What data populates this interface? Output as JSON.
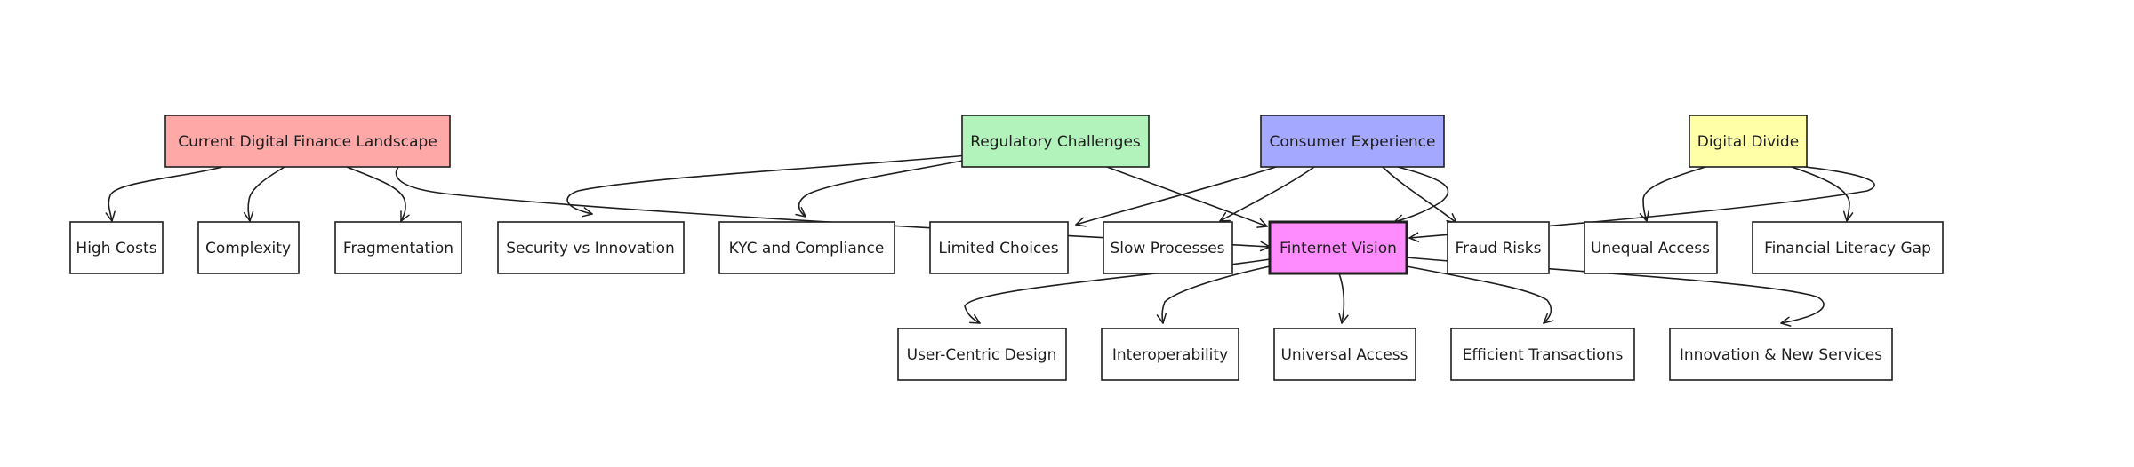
{
  "diagram": {
    "type": "flowchart",
    "nodes": {
      "landscape": {
        "label": "Current Digital Finance Landscape",
        "fill": "#ffa8a8"
      },
      "regulatory": {
        "label": "Regulatory Challenges",
        "fill": "#b2f2bb"
      },
      "consumer": {
        "label": "Consumer Experience",
        "fill": "#a5a8ff"
      },
      "divide": {
        "label": "Digital Divide",
        "fill": "#ffffa8"
      },
      "high_costs": {
        "label": "High Costs",
        "fill": "#ffffff"
      },
      "complexity": {
        "label": "Complexity",
        "fill": "#ffffff"
      },
      "fragmentation": {
        "label": "Fragmentation",
        "fill": "#ffffff"
      },
      "security": {
        "label": "Security vs Innovation",
        "fill": "#ffffff"
      },
      "kyc": {
        "label": "KYC and Compliance",
        "fill": "#ffffff"
      },
      "limited": {
        "label": "Limited Choices",
        "fill": "#ffffff"
      },
      "slow": {
        "label": "Slow Processes",
        "fill": "#ffffff"
      },
      "finternet": {
        "label": "Finternet Vision",
        "fill": "#ff8cff"
      },
      "fraud": {
        "label": "Fraud Risks",
        "fill": "#ffffff"
      },
      "unequal": {
        "label": "Unequal Access",
        "fill": "#ffffff"
      },
      "literacy": {
        "label": "Financial Literacy Gap",
        "fill": "#ffffff"
      },
      "ucd": {
        "label": "User-Centric Design",
        "fill": "#ffffff"
      },
      "interop": {
        "label": "Interoperability",
        "fill": "#ffffff"
      },
      "universal": {
        "label": "Universal Access",
        "fill": "#ffffff"
      },
      "efficient": {
        "label": "Efficient Transactions",
        "fill": "#ffffff"
      },
      "innovation": {
        "label": "Innovation & New Services",
        "fill": "#ffffff"
      }
    },
    "edges": [
      {
        "from": "landscape",
        "to": "high_costs"
      },
      {
        "from": "landscape",
        "to": "complexity"
      },
      {
        "from": "landscape",
        "to": "fragmentation"
      },
      {
        "from": "landscape",
        "to": "finternet"
      },
      {
        "from": "regulatory",
        "to": "security"
      },
      {
        "from": "regulatory",
        "to": "kyc"
      },
      {
        "from": "regulatory",
        "to": "finternet"
      },
      {
        "from": "consumer",
        "to": "limited"
      },
      {
        "from": "consumer",
        "to": "slow"
      },
      {
        "from": "consumer",
        "to": "fraud"
      },
      {
        "from": "consumer",
        "to": "finternet"
      },
      {
        "from": "divide",
        "to": "unequal"
      },
      {
        "from": "divide",
        "to": "literacy"
      },
      {
        "from": "divide",
        "to": "finternet"
      },
      {
        "from": "finternet",
        "to": "ucd"
      },
      {
        "from": "finternet",
        "to": "interop"
      },
      {
        "from": "finternet",
        "to": "universal"
      },
      {
        "from": "finternet",
        "to": "efficient"
      },
      {
        "from": "finternet",
        "to": "innovation"
      }
    ]
  }
}
